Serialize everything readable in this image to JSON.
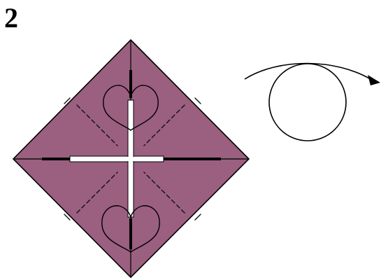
{
  "step": {
    "number": "2"
  },
  "colors": {
    "paper": "#9b5f80",
    "outline": "#000000",
    "creases": "#111111",
    "reveal": "#ffffff"
  },
  "diagram": {
    "instruction_symbol": "turn-over-arrow-icon",
    "shapes": [
      "folded-square-diamond",
      "heart-outline-top",
      "heart-outline-bottom",
      "turn-over-arrow"
    ]
  }
}
